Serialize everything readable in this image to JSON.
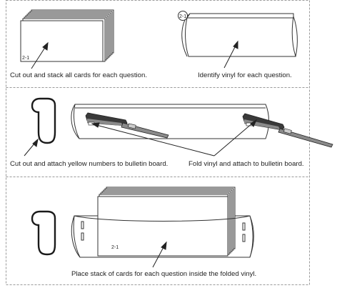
{
  "card_label": "2-1",
  "captions": {
    "cut_stack": "Cut out and stack all cards for each question.",
    "identify_vinyl": "Identify vinyl for each question.",
    "attach_numbers": "Cut out and attach yellow numbers to bulletin board.",
    "fold_vinyl": "Fold vinyl and attach to bulletin board.",
    "place_stack": "Place stack of cards for each question inside the folded vinyl."
  },
  "colors": {
    "line": "#333333",
    "panel_border": "#9a9a9a",
    "stapler_dark": "#3a3a3a",
    "stapler_mid": "#8a8a8a"
  }
}
